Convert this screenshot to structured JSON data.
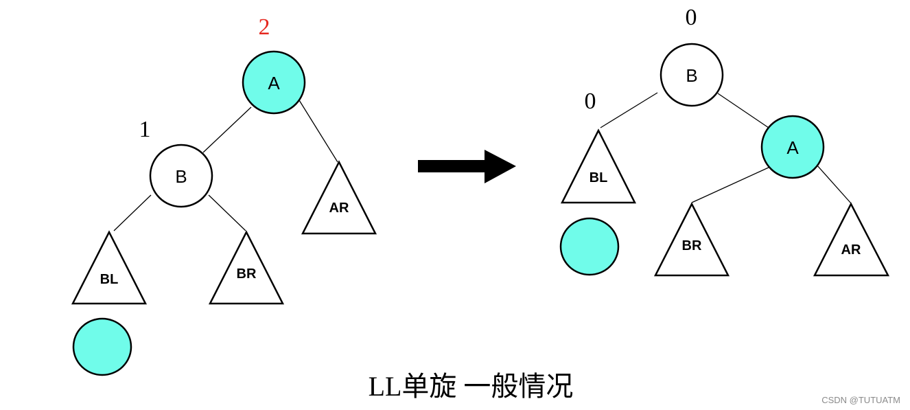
{
  "colors": {
    "highlight": "#70FCEA",
    "stroke": "#000000",
    "balance_alert": "#E5281F",
    "balance_normal": "#000000"
  },
  "before": {
    "node_a": "A",
    "node_b": "B",
    "subtree_bl": "BL",
    "subtree_br": "BR",
    "subtree_ar": "AR",
    "balance_a": "2",
    "balance_b": "1"
  },
  "arrow": {
    "icon": "right-arrow-icon"
  },
  "after": {
    "node_b": "B",
    "node_a": "A",
    "subtree_bl": "BL",
    "subtree_br": "BR",
    "subtree_ar": "AR",
    "balance_b": "0",
    "balance_bl": "0"
  },
  "caption": "LL单旋 一般情况",
  "watermark": "CSDN @TUTUATM"
}
